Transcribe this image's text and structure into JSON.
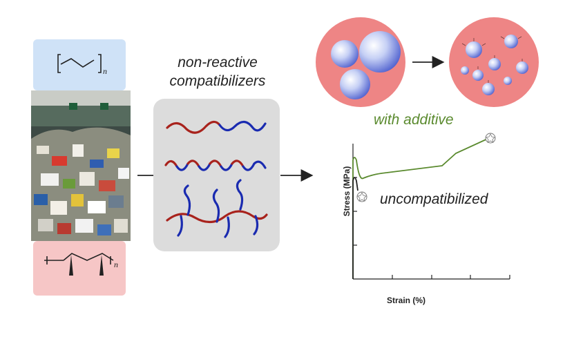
{
  "captions": {
    "line1": "non-reactive",
    "line2": "compatibilizers"
  },
  "plot": {
    "with_additive_label": "with additive",
    "uncompatibilized_label": "uncompatibilized",
    "ylabel": "Stress (MPa)",
    "xlabel": "Strain (%)"
  },
  "colors": {
    "pe_box": "#cfe2f7",
    "pp_box": "#f6c6c6",
    "matrix": "#ee8585",
    "chain_red": "#a8221c",
    "chain_blue": "#1a2bb0",
    "curve_green": "#5a8a2e"
  },
  "icons": [
    "polyethylene-structure-icon",
    "polypropylene-structure-icon",
    "recycling-photo",
    "droplet-morphology-icon",
    "arrow-right-icon",
    "break-point-icon"
  ]
}
